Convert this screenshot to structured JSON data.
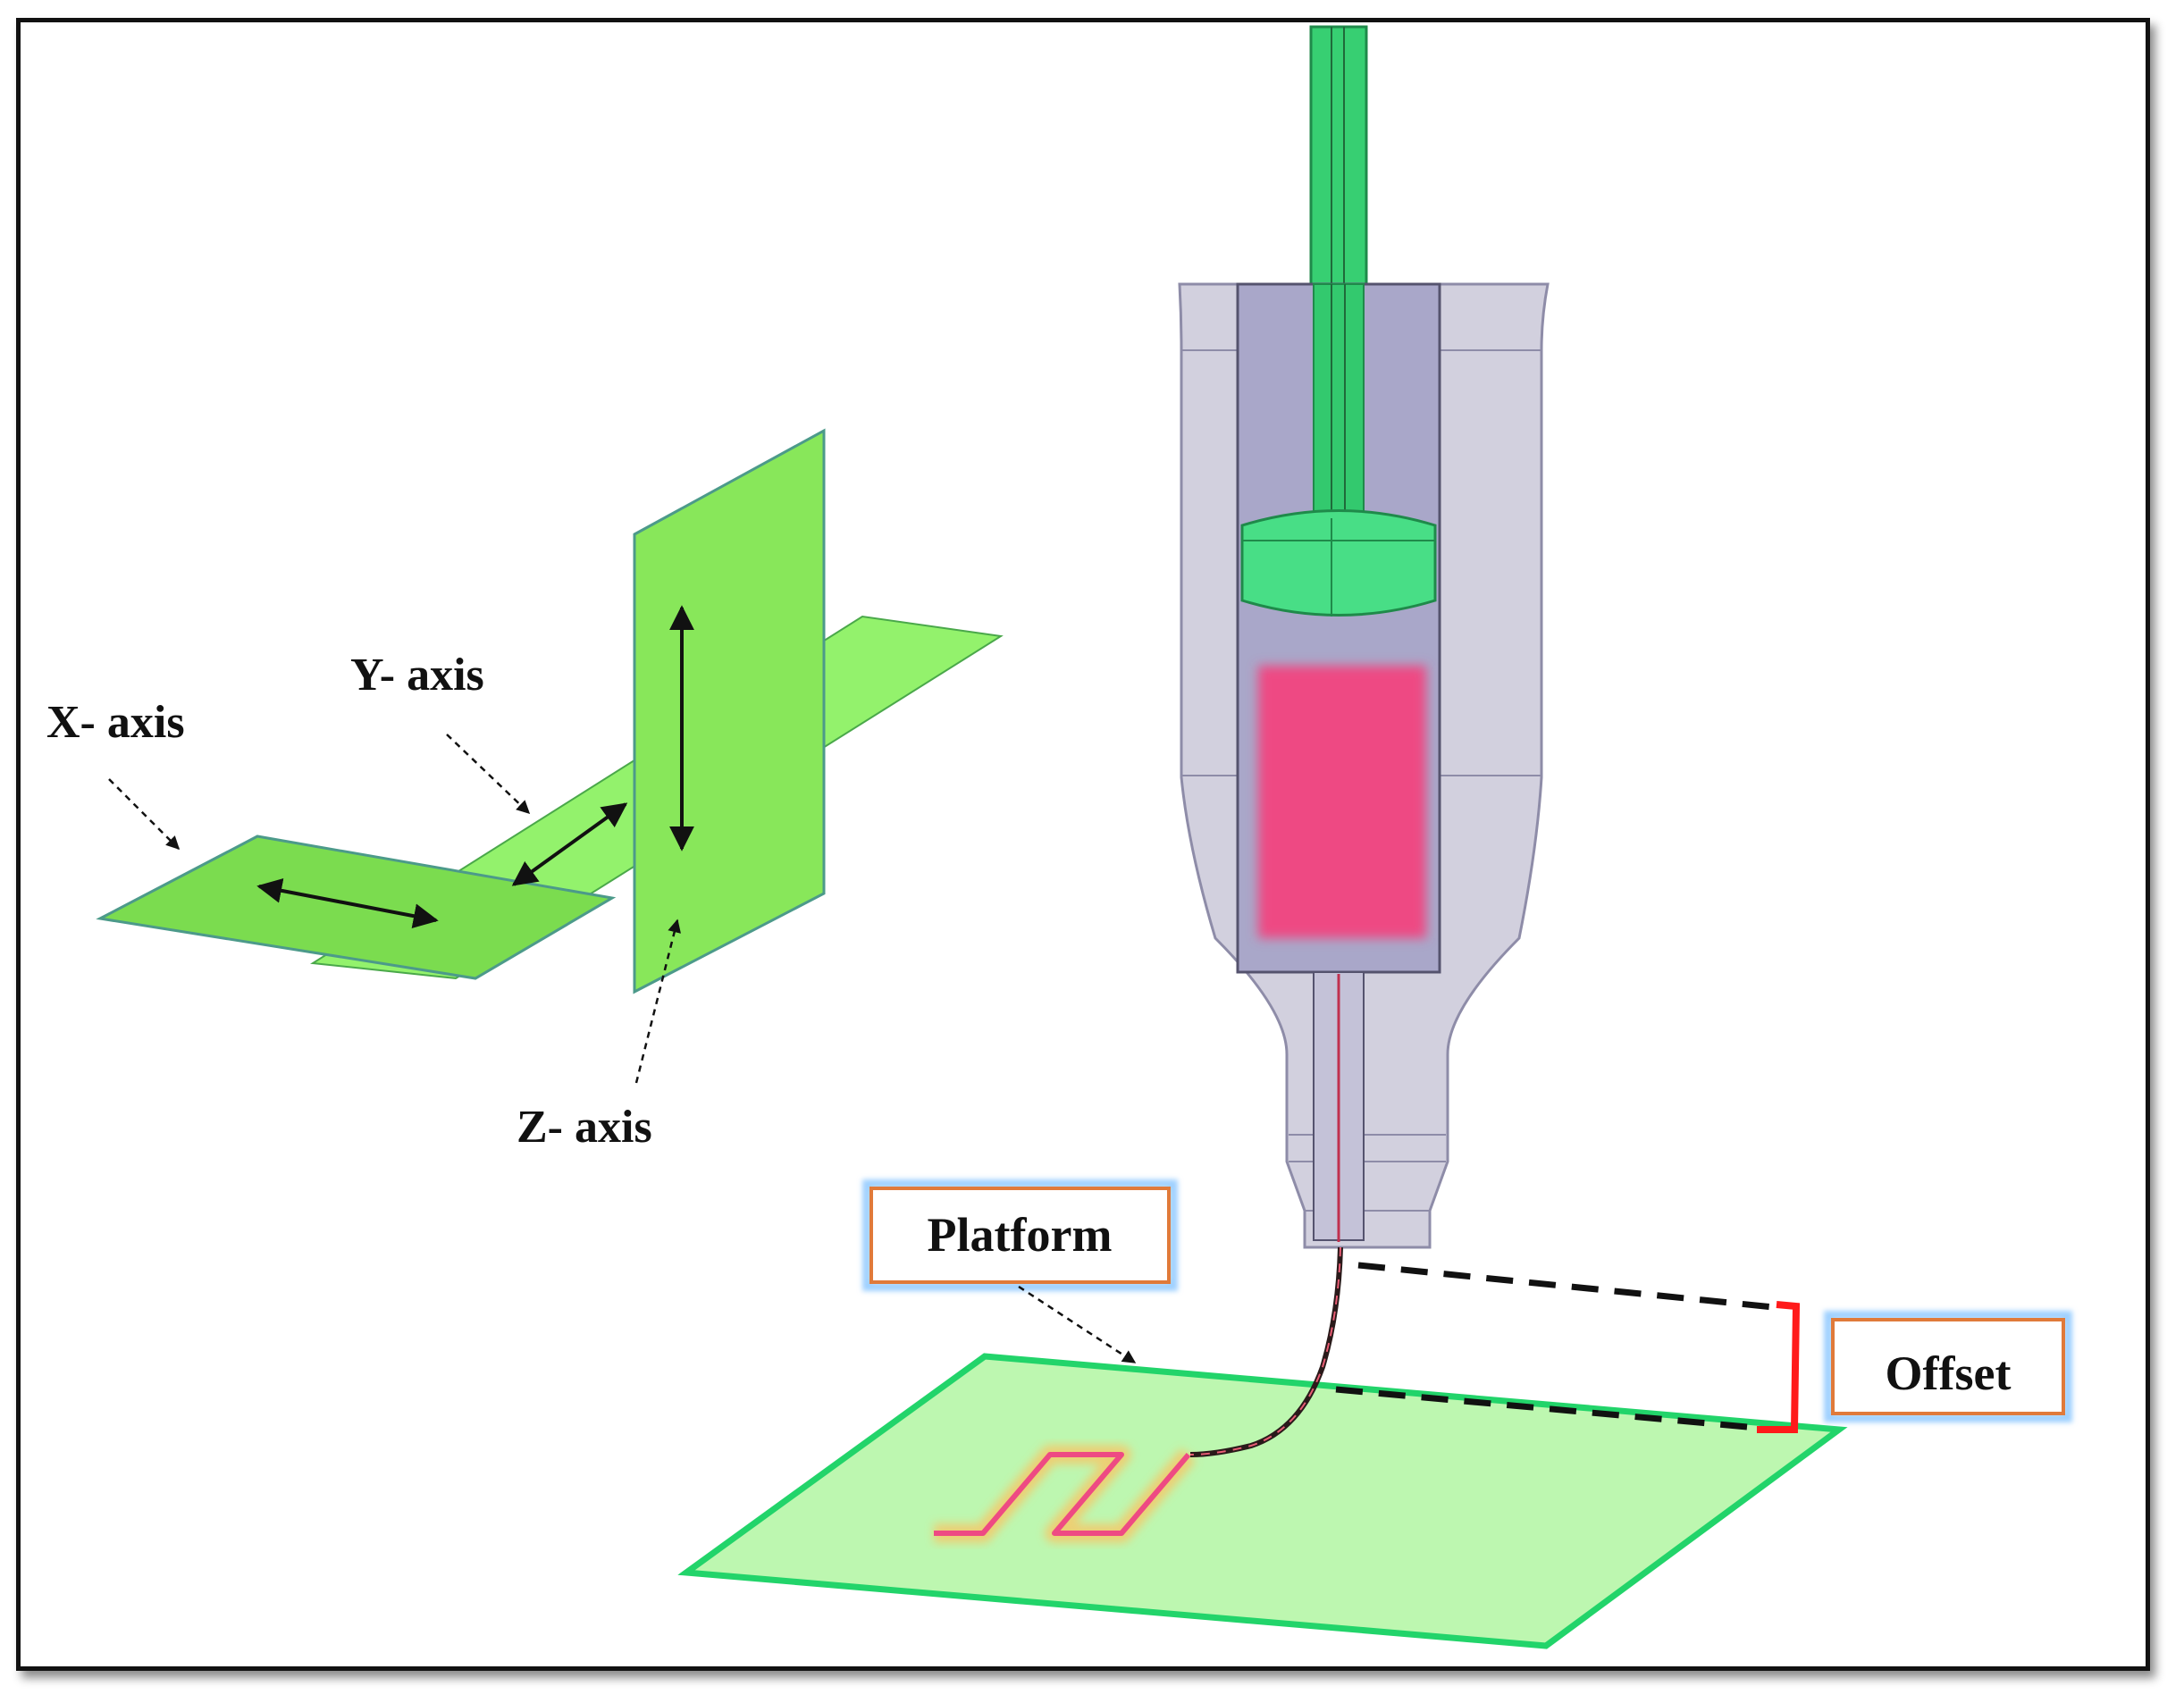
{
  "labels": {
    "x_axis": "X- axis",
    "y_axis": "Y- axis",
    "z_axis": "Z- axis",
    "platform": "Platform",
    "offset": "Offset"
  },
  "colors": {
    "axis_plate_green": "#86e35a",
    "y_plate_green": "#93f26c",
    "nozzle_gray": "#d2d0de",
    "nozzle_core": "#a9a7c9",
    "tube_green": "#37cf72",
    "ink_pink": "#ee4a83",
    "platform_fill": "#bdf7b0",
    "platform_edge": "#22d46a",
    "offset_red": "#ff1a1a",
    "label_box_border": "#e07a3a"
  }
}
